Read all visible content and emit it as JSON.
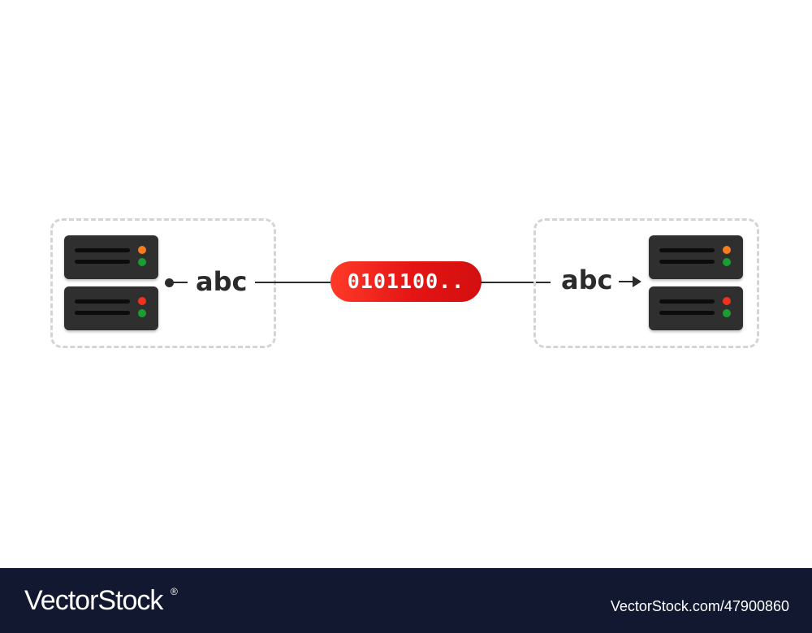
{
  "diagram": {
    "source_label": "abc",
    "payload_label": "0101100..",
    "target_label": "abc",
    "colors": {
      "server_body": "#2f2f2f",
      "server_line": "#0c0c0c",
      "led_orange": "#f57c1f",
      "led_red": "#f0321e",
      "led_green": "#1a9e2f",
      "payload_gradient_start": "#ff3a28",
      "payload_gradient_end": "#d30f0f",
      "dashed_border": "#d4d4d4",
      "connector": "#2b2b2b"
    }
  },
  "footer": {
    "brand": "VectorStock",
    "registered_mark": "®",
    "image_id": "VectorStock.com/47900860",
    "background": "#121830"
  }
}
